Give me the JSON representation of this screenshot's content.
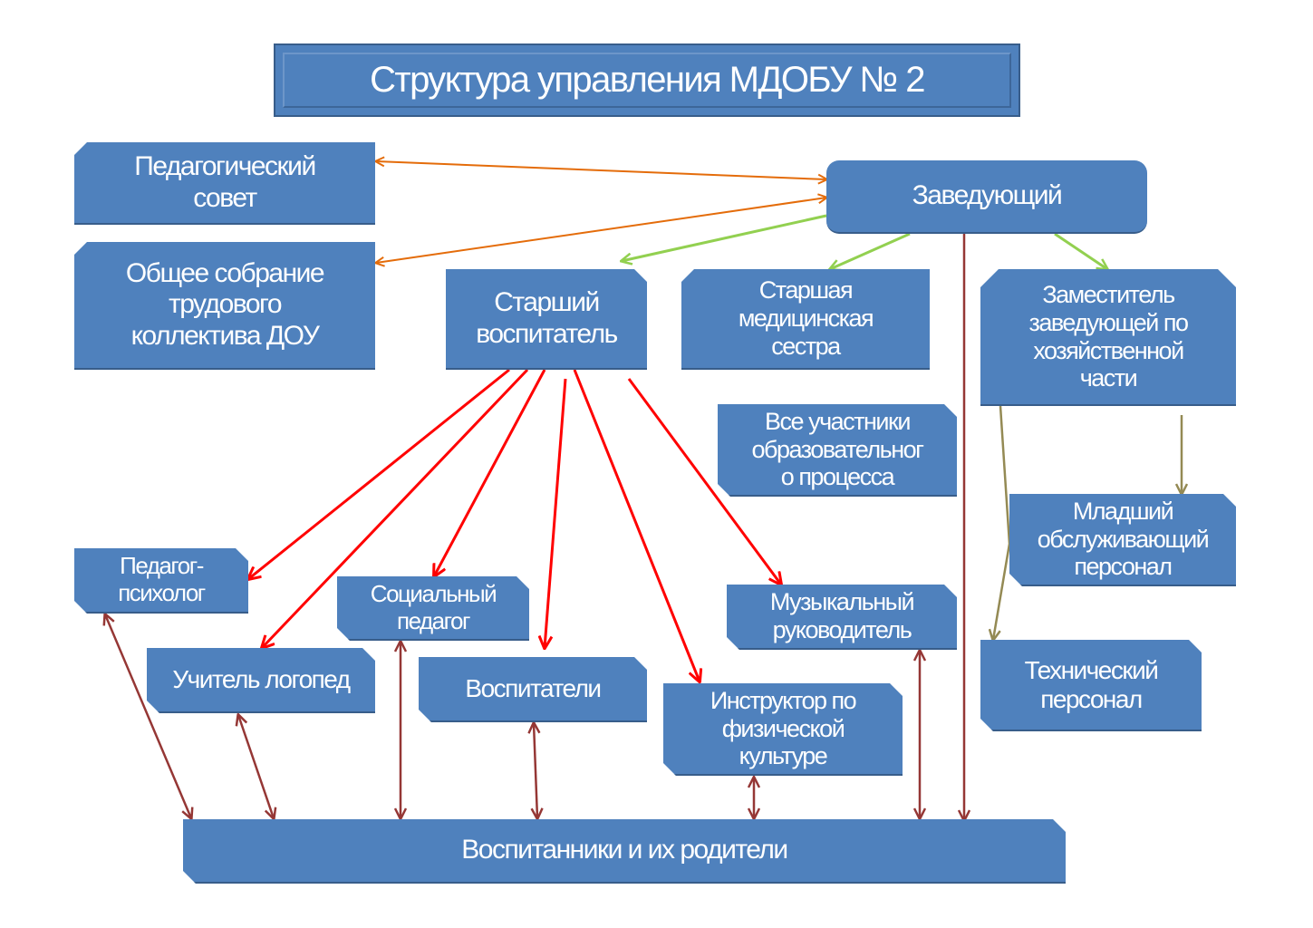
{
  "title": "Структура управления МДОБУ № 2",
  "nodes": {
    "ped_sovet": "Педагогический\nсовет",
    "obshee_sobranie": "Общее собрание\nтрудового\nколлектива ДОУ",
    "zaveduyushiy": "Заведующий",
    "starshiy_vospitatel": "Старший\nвоспитатель",
    "med_sestra": "Старшая\nмедицинская\nсестра",
    "zam_hoz": "Заместитель\nзаведующей по\nхозяйственной\nчасти",
    "vse_uchastniki": "Все участники\nобразовательног\nо процесса",
    "mladshiy_personal": "Младший\nобслуживающий\nперсонал",
    "tech_personal": "Технический\nперсонал",
    "ped_psiholog": "Педагог-\nпсихолог",
    "sots_pedagog": "Социальный\nпедагог",
    "logoped": "Учитель логопед",
    "vospitateli": "Воспитатели",
    "muz_rukovoditel": "Музыкальный\nруководитель",
    "instruktor_fiz": "Инструктор по\nфизической\nкультуре",
    "vospitanniki": "Воспитанники и их родители"
  },
  "link_colors": {
    "council": "#e46c0a",
    "management": "#92d050",
    "methodical": "#ff0000",
    "interaction": "#953735",
    "economic": "#948a54"
  },
  "links": [
    {
      "from": "zaveduyushiy",
      "to": "ped_sovet",
      "type": "council",
      "bidirectional": true
    },
    {
      "from": "zaveduyushiy",
      "to": "obshee_sobranie",
      "type": "council",
      "bidirectional": true
    },
    {
      "from": "zaveduyushiy",
      "to": "starshiy_vospitatel",
      "type": "management",
      "bidirectional": false
    },
    {
      "from": "zaveduyushiy",
      "to": "med_sestra",
      "type": "management",
      "bidirectional": false
    },
    {
      "from": "zaveduyushiy",
      "to": "zam_hoz",
      "type": "management",
      "bidirectional": false
    },
    {
      "from": "zaveduyushiy",
      "to": "vospitanniki",
      "type": "interaction",
      "bidirectional": false
    },
    {
      "from": "starshiy_vospitatel",
      "to": "ped_psiholog",
      "type": "methodical",
      "bidirectional": false
    },
    {
      "from": "starshiy_vospitatel",
      "to": "logoped",
      "type": "methodical",
      "bidirectional": false
    },
    {
      "from": "starshiy_vospitatel",
      "to": "sots_pedagog",
      "type": "methodical",
      "bidirectional": false
    },
    {
      "from": "starshiy_vospitatel",
      "to": "vospitateli",
      "type": "methodical",
      "bidirectional": false
    },
    {
      "from": "starshiy_vospitatel",
      "to": "instruktor_fiz",
      "type": "methodical",
      "bidirectional": false
    },
    {
      "from": "starshiy_vospitatel",
      "to": "muz_rukovoditel",
      "type": "methodical",
      "bidirectional": false
    },
    {
      "from": "zam_hoz",
      "to": "mladshiy_personal",
      "type": "economic",
      "bidirectional": false
    },
    {
      "from": "zam_hoz",
      "to": "tech_personal",
      "type": "economic",
      "bidirectional": false
    },
    {
      "from": "ped_psiholog",
      "to": "vospitanniki",
      "type": "interaction",
      "bidirectional": true
    },
    {
      "from": "logoped",
      "to": "vospitanniki",
      "type": "interaction",
      "bidirectional": true
    },
    {
      "from": "sots_pedagog",
      "to": "vospitanniki",
      "type": "interaction",
      "bidirectional": true
    },
    {
      "from": "vospitateli",
      "to": "vospitanniki",
      "type": "interaction",
      "bidirectional": true
    },
    {
      "from": "instruktor_fiz",
      "to": "vospitanniki",
      "type": "interaction",
      "bidirectional": true
    },
    {
      "from": "muz_rukovoditel",
      "to": "vospitanniki",
      "type": "interaction",
      "bidirectional": true
    }
  ]
}
